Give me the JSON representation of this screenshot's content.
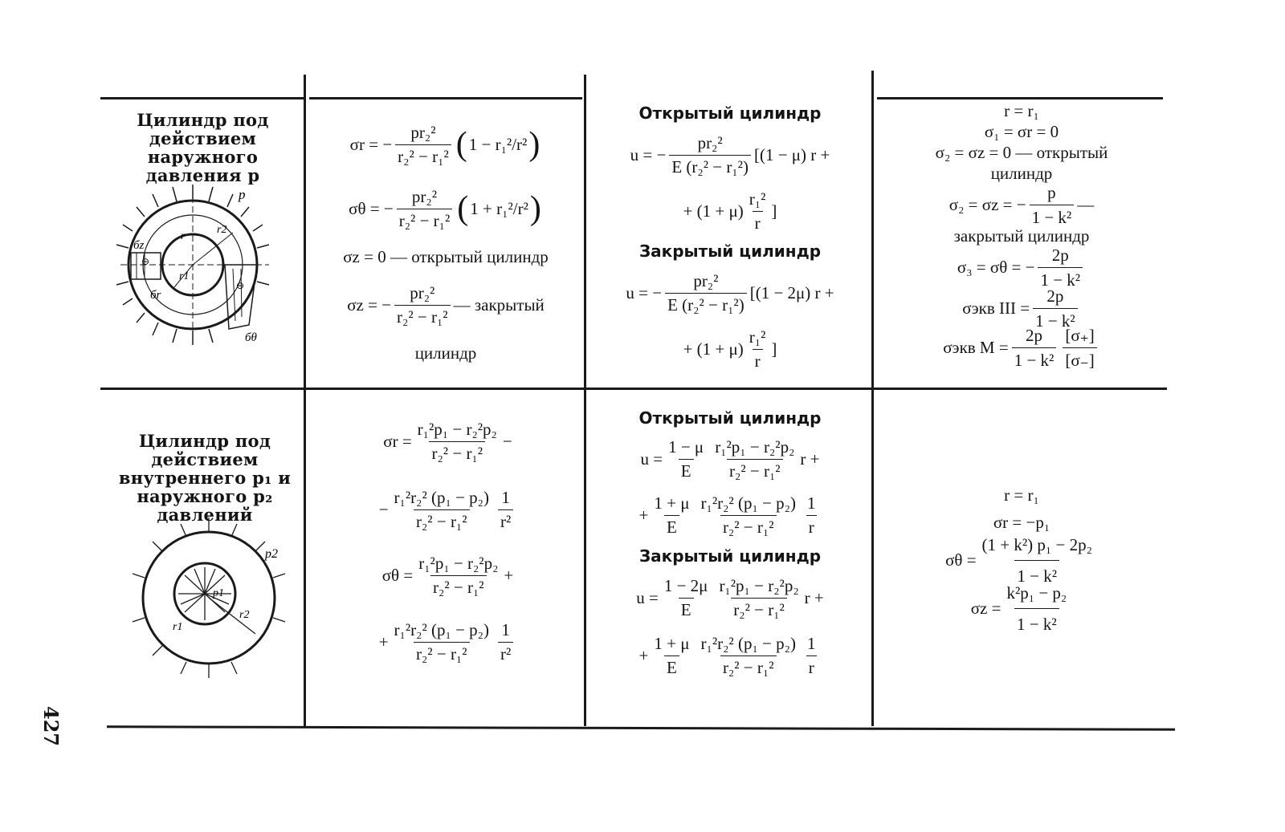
{
  "page_number": "427",
  "rows": [
    {
      "label": "Цилиндр под действием наружного давления p",
      "figure_labels": {
        "p": "p",
        "sigma_z": "бz",
        "sigma_r": "бr",
        "sigma_theta": "бθ",
        "r": "r",
        "r1": "r1",
        "r2": "r2",
        "minus": "⊖"
      },
      "stress": {
        "sr_lhs": "σr = −",
        "sr_num": "pr₂²",
        "sr_den": "r₂² − r₁²",
        "sr_br": "1 − r₁²/r²",
        "st_lhs": "σθ = −",
        "st_num": "pr₂²",
        "st_den": "r₂² − r₁²",
        "st_br": "1 + r₁²/r²",
        "sz_open": "σz = 0 — открытый цилиндр",
        "sz_closed_lhs": "σz = −",
        "sz_closed_num": "pr₂²",
        "sz_closed_den": "r₂² − r₁²",
        "sz_closed_tail": "— закрытый",
        "sz_closed_tail2": "цилиндр"
      },
      "displacement": {
        "open_head": "Открытый цилиндр",
        "open_lhs": "u = −",
        "open_num": "pr₂²",
        "open_den": "E (r₂² − r₁²)",
        "open_t1": "[(1 − μ) r +",
        "open_t2": "+ (1 + μ)",
        "open_t2_num": "r₁²",
        "open_t2_den": "r",
        "open_t2_end": "]",
        "closed_head": "Закрытый цилиндр",
        "closed_lhs": "u = −",
        "closed_num": "pr₂²",
        "closed_den": "E (r₂² − r₁²)",
        "closed_t1": "[(1 − 2μ) r +",
        "closed_t2": "+ (1 + μ)",
        "closed_t2_num": "r₁²",
        "closed_t2_den": "r",
        "closed_t2_end": "]"
      },
      "danger": {
        "l1": "r = r₁",
        "l2": "σ₁ = σr = 0",
        "l3": "σ₂ = σz = 0 — открытый",
        "l4": "цилиндр",
        "l5_lhs": "σ₂ = σz = −",
        "l5_num": "p",
        "l5_den": "1 − k²",
        "l5_tail": "—",
        "l6": "закрытый цилиндр",
        "l7_lhs": "σ₃ = σθ = −",
        "l7_num": "2p",
        "l7_den": "1 − k²",
        "l8_lhs": "σэкв III =",
        "l8_num": "2p",
        "l8_den": "1 − k²",
        "l9_lhs": "σэкв M =",
        "l9_num": "2p",
        "l9_den": "1 − k²",
        "l9_num2": "[σ₊]",
        "l9_den2": "[σ₋]"
      }
    },
    {
      "label": "Цилиндр под действием внутреннего p₁ и наружного p₂ давлений",
      "figure_labels": {
        "p1": "p1",
        "p2": "p2",
        "r1": "r1",
        "r2": "r2"
      },
      "stress": {
        "sr_lhs": "σr =",
        "sr_num": "r₁²p₁ − r₂²p₂",
        "sr_den": "r₂² − r₁²",
        "sr_tail": "−",
        "sr2_lead": "−",
        "sr2_num": "r₁²r₂² (p₁ − p₂)",
        "sr2_den": "r₂² − r₁²",
        "sr2_f_num": "1",
        "sr2_f_den": "r²",
        "st_lhs": "σθ =",
        "st_num": "r₁²p₁ − r₂²p₂",
        "st_den": "r₂² − r₁²",
        "st_tail": "+",
        "st2_lead": "+",
        "st2_num": "r₁²r₂² (p₁ − p₂)",
        "st2_den": "r₂² − r₁²",
        "st2_f_num": "1",
        "st2_f_den": "r²"
      },
      "displacement": {
        "open_head": "Открытый цилиндр",
        "open_lhs": "u =",
        "open_c_num": "1 − μ",
        "open_c_den": "E",
        "open_num": "r₁²p₁ − r₂²p₂",
        "open_den": "r₂² − r₁²",
        "open_tail": "r +",
        "open2_lead": "+",
        "open2_c_num": "1 + μ",
        "open2_c_den": "E",
        "open2_num": "r₁²r₂² (p₁ − p₂)",
        "open2_den": "r₂² − r₁²",
        "open2_f_num": "1",
        "open2_f_den": "r",
        "closed_head": "Закрытый цилиндр",
        "closed_lhs": "u =",
        "closed_c_num": "1 − 2μ",
        "closed_c_den": "E",
        "closed_num": "r₁²p₁ − r₂²p₂",
        "closed_den": "r₂² − r₁²",
        "closed_tail": "r +",
        "closed2_lead": "+",
        "closed2_c_num": "1 + μ",
        "closed2_c_den": "E",
        "closed2_num": "r₁²r₂² (p₁ − p₂)",
        "closed2_den": "r₂² − r₁²",
        "closed2_f_num": "1",
        "closed2_f_den": "r"
      },
      "danger": {
        "l1": "r = r₁",
        "l2": "σr = −p₁",
        "l3_lhs": "σθ =",
        "l3_num": "(1 + k²) p₁ − 2p₂",
        "l3_den": "1 − k²",
        "l4_lhs": "σz =",
        "l4_num": "k²p₁ − p₂",
        "l4_den": "1 − k²"
      }
    }
  ]
}
